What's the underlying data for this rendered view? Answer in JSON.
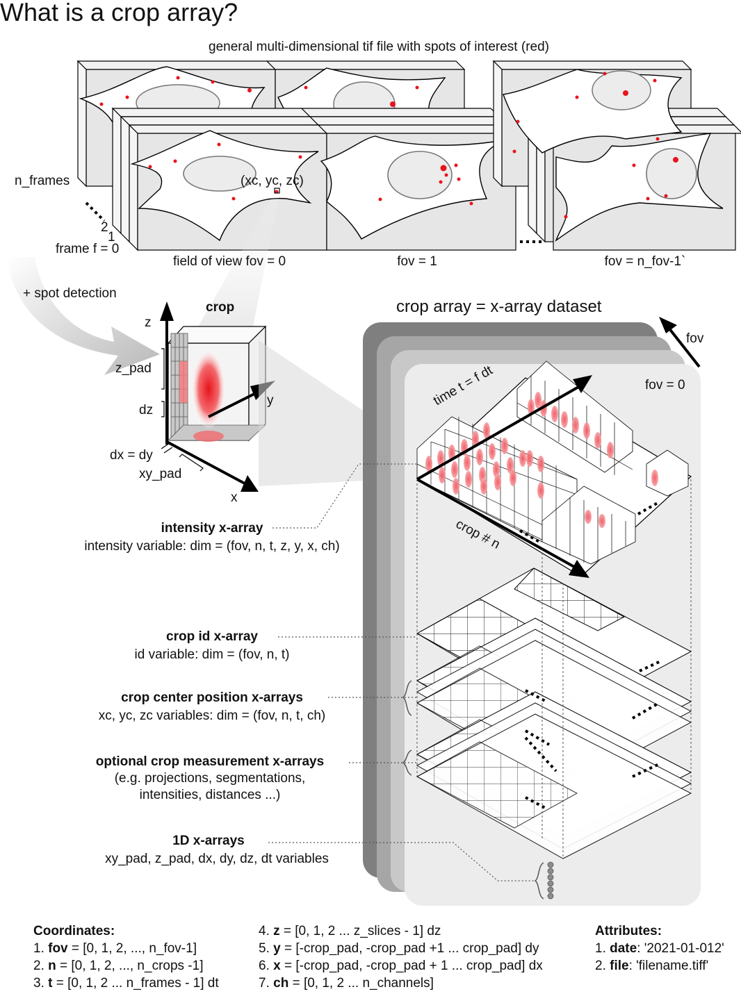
{
  "title": "What is a crop array?",
  "top_caption": "general multi-dimensional tif file with spots of interest (red)",
  "stack_labels": {
    "n_frames": "n_frames",
    "frame2": "2",
    "frame1": "1",
    "frame0": "frame f = 0",
    "center": "(xc, yc, zc)",
    "fov0": "field of view fov = 0",
    "fov1": "fov = 1",
    "fovn": "fov = n_fov-1`"
  },
  "spot_detection": "+ spot detection",
  "crop_labels": {
    "crop": "crop",
    "z": "z",
    "y": "y",
    "x": "x",
    "z_pad": "z_pad",
    "dz": "dz",
    "dxdy": "dx = dy",
    "xy_pad": "xy_pad"
  },
  "dataset": {
    "title": "crop array = x-array dataset",
    "fov_axis": "fov",
    "fov0": "fov = 0",
    "time_axis": "time t = f dt",
    "crop_axis": "crop # n"
  },
  "annotations": [
    {
      "name": "intensity x-array",
      "desc": "intensity variable: dim = (fov, n, t, z, y, x, ch)"
    },
    {
      "name": "crop id x-array",
      "desc": "id variable: dim = (fov, n, t)"
    },
    {
      "name": "crop center position x-arrays",
      "desc": "xc, yc, zc variables: dim = (fov, n, t, ch)"
    },
    {
      "name": "optional crop measurement x-arrays",
      "desc": "(e.g. projections, segmentations,",
      "desc2": "intensities, distances ...)"
    },
    {
      "name": "1D x-arrays",
      "desc": "xy_pad, z_pad, dx, dy, dz, dt variables"
    }
  ],
  "coordinates": {
    "heading": "Coordinates:",
    "items": [
      {
        "n": "1. ",
        "k": "fov",
        "v": " = [0, 1, 2, ..., n_fov-1]"
      },
      {
        "n": "2. ",
        "k": "n",
        "v": " = [0, 1, 2, ..., n_crops -1]"
      },
      {
        "n": "3. ",
        "k": "t",
        "v": " = [0, 1, 2 ... n_frames - 1] dt"
      },
      {
        "n": "4. ",
        "k": "z",
        "v": " = [0, 1, 2 ... z_slices - 1] dz"
      },
      {
        "n": "5. ",
        "k": "y",
        "v": " = [-crop_pad, -crop_pad +1  ... crop_pad] dy"
      },
      {
        "n": "6. ",
        "k": "x",
        "v": " = [-crop_pad, -crop_pad + 1 ... crop_pad] dx"
      },
      {
        "n": "7. ",
        "k": "ch",
        "v": " = [0, 1, 2 ... n_channels]"
      }
    ]
  },
  "attributes": {
    "heading": "Attributes:",
    "items": [
      {
        "n": "1. ",
        "k": "date",
        "v": ": '2021-01-012'"
      },
      {
        "n": "2. ",
        "k": "file",
        "v": ": 'filename.tiff'"
      }
    ]
  },
  "colors": {
    "spot": "#e8141c",
    "panel_back": "#7f7f7f",
    "panel_mid1": "#a6a6a6",
    "panel_mid2": "#c8c8c8",
    "panel_front": "#ececec"
  }
}
